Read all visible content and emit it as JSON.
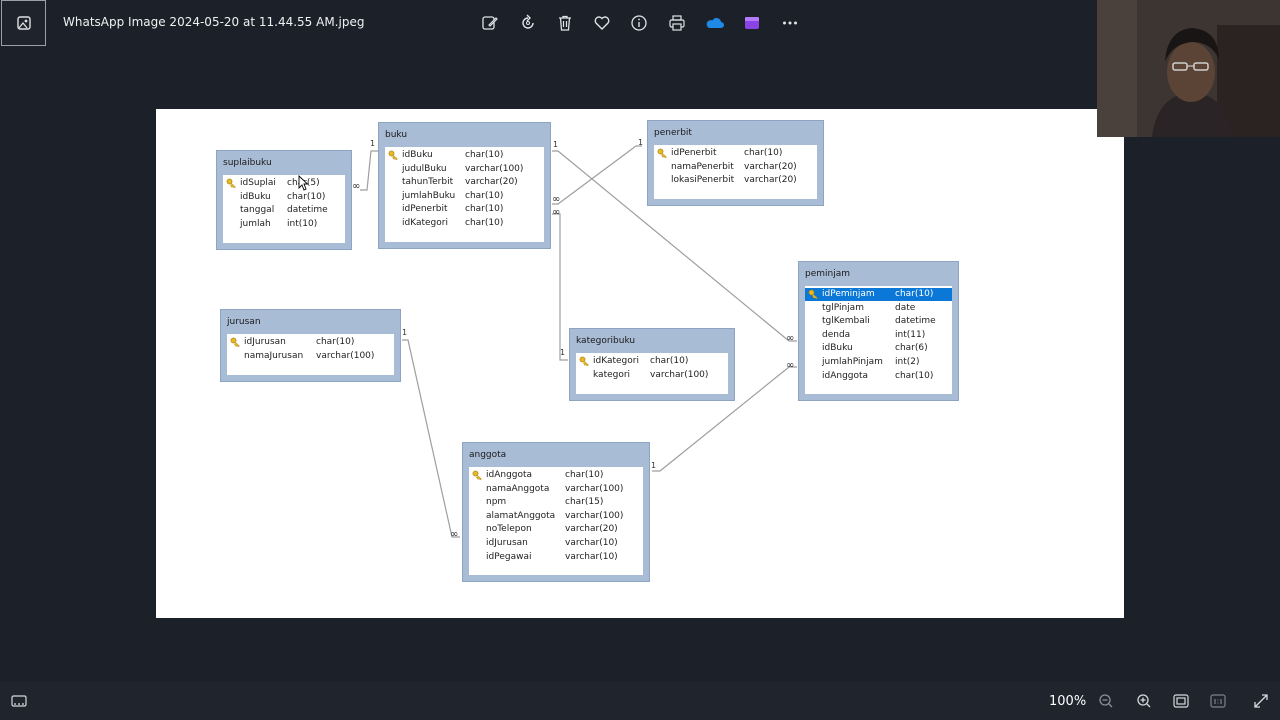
{
  "window": {
    "file_title": "WhatsApp Image 2024-05-20 at 11.44.55 AM.jpeg"
  },
  "toolbar": {
    "icons": [
      "edit-image-icon",
      "rotate-icon",
      "delete-icon",
      "favorite-icon",
      "info-icon",
      "print-icon",
      "onedrive-icon",
      "clipchamp-icon",
      "more-icon"
    ],
    "accent_onedrive": "#1e8ae6",
    "accent_clipchamp": "#8a44e6"
  },
  "erd": {
    "tables": {
      "suplaibuku": {
        "name": "suplaibuku",
        "rows": [
          {
            "key": true,
            "field": "idSuplai",
            "type": "char(5)"
          },
          {
            "key": false,
            "field": "idBuku",
            "type": "char(10)"
          },
          {
            "key": false,
            "field": "tanggal",
            "type": "datetime"
          },
          {
            "key": false,
            "field": "jumlah",
            "type": "int(10)"
          }
        ]
      },
      "buku": {
        "name": "buku",
        "rows": [
          {
            "key": true,
            "field": "idBuku",
            "type": "char(10)"
          },
          {
            "key": false,
            "field": "judulBuku",
            "type": "varchar(100)"
          },
          {
            "key": false,
            "field": "tahunTerbit",
            "type": "varchar(20)"
          },
          {
            "key": false,
            "field": "jumlahBuku",
            "type": "char(10)"
          },
          {
            "key": false,
            "field": "idPenerbit",
            "type": "char(10)"
          },
          {
            "key": false,
            "field": "idKategori",
            "type": "char(10)"
          }
        ]
      },
      "penerbit": {
        "name": "penerbit",
        "rows": [
          {
            "key": true,
            "field": "idPenerbit",
            "type": "char(10)"
          },
          {
            "key": false,
            "field": "namaPenerbit",
            "type": "varchar(20)"
          },
          {
            "key": false,
            "field": "lokasiPenerbit",
            "type": "varchar(20)"
          }
        ]
      },
      "peminjam": {
        "name": "peminjam",
        "rows": [
          {
            "key": true,
            "field": "idPeminjam",
            "type": "char(10)",
            "selected": true
          },
          {
            "key": false,
            "field": "tglPinjam",
            "type": "date"
          },
          {
            "key": false,
            "field": "tglKembali",
            "type": "datetime"
          },
          {
            "key": false,
            "field": "denda",
            "type": "int(11)"
          },
          {
            "key": false,
            "field": "idBuku",
            "type": "char(6)"
          },
          {
            "key": false,
            "field": "jumlahPinjam",
            "type": "int(2)"
          },
          {
            "key": false,
            "field": "idAnggota",
            "type": "char(10)"
          }
        ]
      },
      "jurusan": {
        "name": "jurusan",
        "rows": [
          {
            "key": true,
            "field": "idJurusan",
            "type": "char(10)"
          },
          {
            "key": false,
            "field": "namaJurusan",
            "type": "varchar(100)"
          }
        ]
      },
      "kategoribuku": {
        "name": "kategoribuku",
        "rows": [
          {
            "key": true,
            "field": "idKategori",
            "type": "char(10)"
          },
          {
            "key": false,
            "field": "kategori",
            "type": "varchar(100)"
          }
        ]
      },
      "anggota": {
        "name": "anggota",
        "rows": [
          {
            "key": true,
            "field": "idAnggota",
            "type": "char(10)"
          },
          {
            "key": false,
            "field": "namaAnggota",
            "type": "varchar(100)"
          },
          {
            "key": false,
            "field": "npm",
            "type": "char(15)"
          },
          {
            "key": false,
            "field": "alamatAnggota",
            "type": "varchar(100)"
          },
          {
            "key": false,
            "field": "noTelepon",
            "type": "varchar(20)"
          },
          {
            "key": false,
            "field": "idJurusan",
            "type": "varchar(10)"
          },
          {
            "key": false,
            "field": "idPegawai",
            "type": "varchar(10)"
          }
        ]
      }
    },
    "cardinality": {
      "one": "1",
      "many": "∞"
    },
    "colors": {
      "header": "#a9bcd6",
      "selected_row": "#0b78d7",
      "relation_line": "#9e9e9e"
    }
  },
  "statusbar": {
    "zoom": "100%",
    "icons": [
      "filmstrip-icon",
      "zoom-out-icon",
      "zoom-in-icon",
      "fit-to-window-icon",
      "actual-size-icon",
      "fullscreen-icon"
    ]
  }
}
